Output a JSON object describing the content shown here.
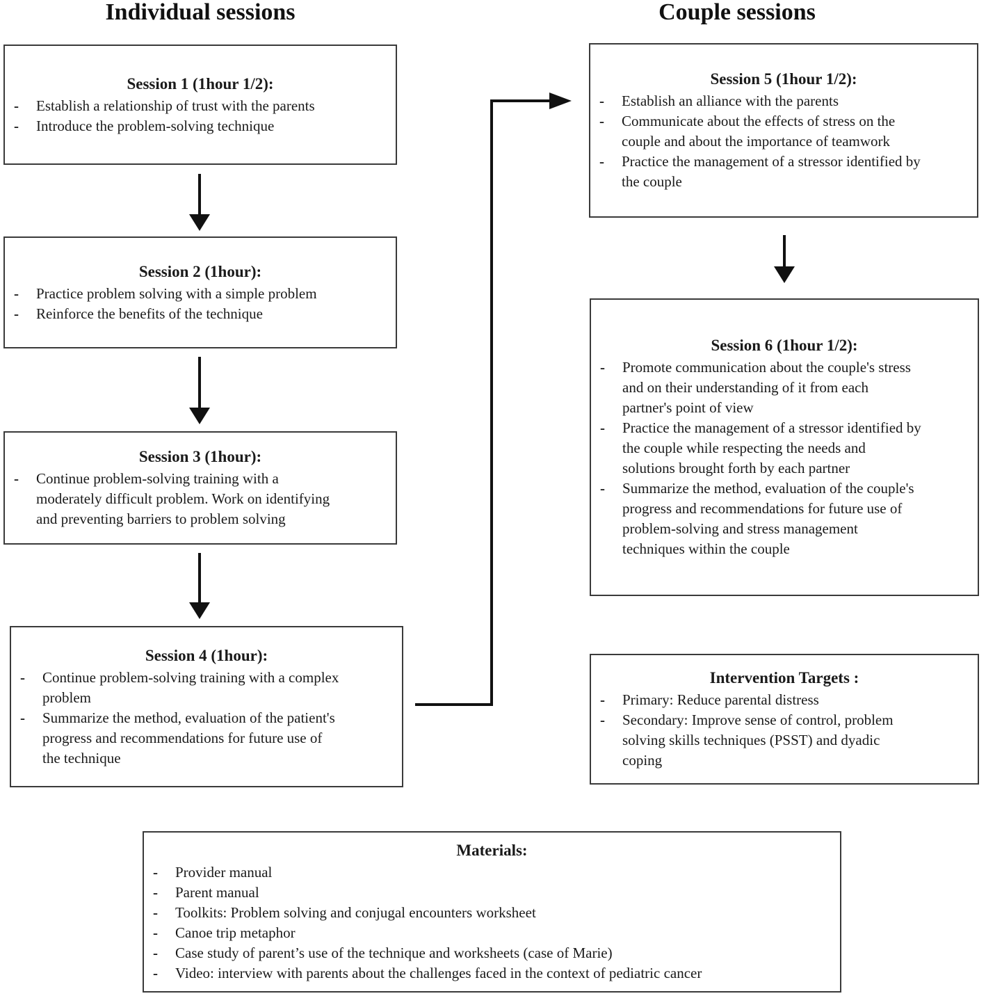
{
  "ui": {
    "dash": "-"
  },
  "colors": {
    "background": "#ffffff",
    "border": "#3a3a3a",
    "text": "#1a1a1a",
    "arrow": "#111111"
  },
  "headers": {
    "left": "Individual sessions",
    "right": "Couple sessions"
  },
  "boxes": {
    "session1": {
      "title": "Session 1 (1hour 1/2):",
      "items": [
        "Establish a relationship of trust with the parents",
        "Introduce the problem-solving technique"
      ]
    },
    "session2": {
      "title": "Session 2 (1hour):",
      "items": [
        "Practice problem solving with a simple problem",
        "Reinforce the benefits of the technique"
      ]
    },
    "session3": {
      "title": "Session 3 (1hour):",
      "items": [
        "Continue problem-solving training with a\nmoderately difficult problem. Work on identifying\nand preventing barriers to problem solving"
      ]
    },
    "session4": {
      "title": "Session 4 (1hour):",
      "items": [
        "Continue problem-solving training with a complex\nproblem",
        "Summarize the method, evaluation of the patient's\nprogress and recommendations for future use of\nthe technique"
      ]
    },
    "session5": {
      "title": "Session 5 (1hour 1/2):",
      "items": [
        "Establish an alliance with the parents",
        "Communicate about the effects of stress on the\ncouple and about the importance of teamwork",
        "Practice the management of a stressor identified by\nthe couple"
      ]
    },
    "session6": {
      "title": "Session 6 (1hour 1/2):",
      "items": [
        "Promote communication about the couple's stress\nand on their understanding of it from each\npartner's point of view",
        "Practice the management of a stressor identified by\nthe couple while respecting the needs and\nsolutions brought forth by each partner",
        "Summarize the method, evaluation of the couple's\nprogress and recommendations for future use of\nproblem-solving and stress management\ntechniques within the couple"
      ]
    },
    "targets": {
      "title": "Intervention Targets :",
      "items": [
        "Primary: Reduce parental distress",
        "Secondary: Improve sense of control, problem\nsolving skills techniques (PSST) and dyadic\ncoping"
      ]
    },
    "materials": {
      "title": "Materials:",
      "items": [
        "Provider manual",
        "Parent manual",
        "Toolkits: Problem solving and conjugal encounters worksheet",
        "Canoe trip metaphor",
        "Case study of parent’s use of the technique and worksheets (case of Marie)",
        "Video: interview with parents about the challenges faced in the context of pediatric cancer"
      ]
    }
  }
}
